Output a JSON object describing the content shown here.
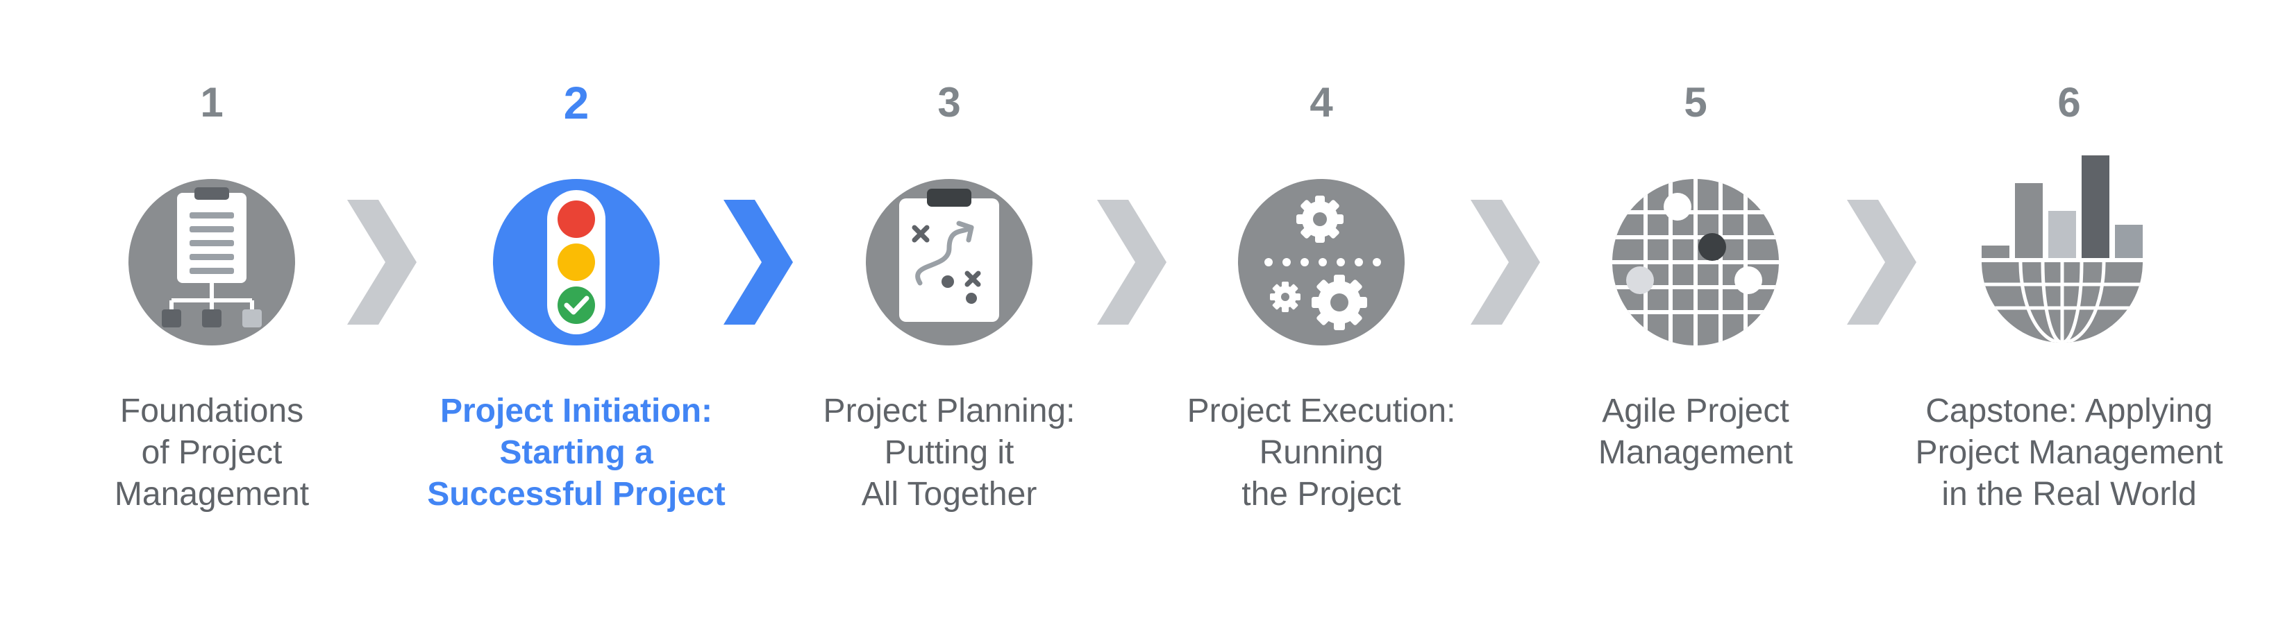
{
  "colors": {
    "inactive_circle": "#8a8d90",
    "active_circle": "#4285f4",
    "inactive_text": "#5f6368",
    "active_text": "#4285f4",
    "chevron_inactive": "#c7cace",
    "chevron_active": "#4285f4"
  },
  "steps": [
    {
      "number": "1",
      "active": false,
      "icon": "org-chart-clipboard-icon",
      "lines": [
        "Foundations",
        "of Project",
        "Management"
      ]
    },
    {
      "number": "2",
      "active": true,
      "icon": "traffic-light-icon",
      "lines": [
        "Project Initiation:",
        "Starting a",
        "Successful Project"
      ]
    },
    {
      "number": "3",
      "active": false,
      "icon": "strategy-clipboard-icon",
      "lines": [
        "Project Planning:",
        "Putting it",
        "All Together"
      ]
    },
    {
      "number": "4",
      "active": false,
      "icon": "gears-icon",
      "lines": [
        "Project Execution:",
        "Running",
        "the Project"
      ]
    },
    {
      "number": "5",
      "active": false,
      "icon": "agile-grid-icon",
      "lines": [
        "Agile Project",
        "Management"
      ]
    },
    {
      "number": "6",
      "active": false,
      "icon": "globe-bar-chart-icon",
      "lines": [
        "Capstone: Applying",
        "Project Management",
        "in the Real World"
      ]
    }
  ],
  "connectors": [
    {
      "active": false
    },
    {
      "active": true
    },
    {
      "active": false
    },
    {
      "active": false
    },
    {
      "active": false
    }
  ]
}
